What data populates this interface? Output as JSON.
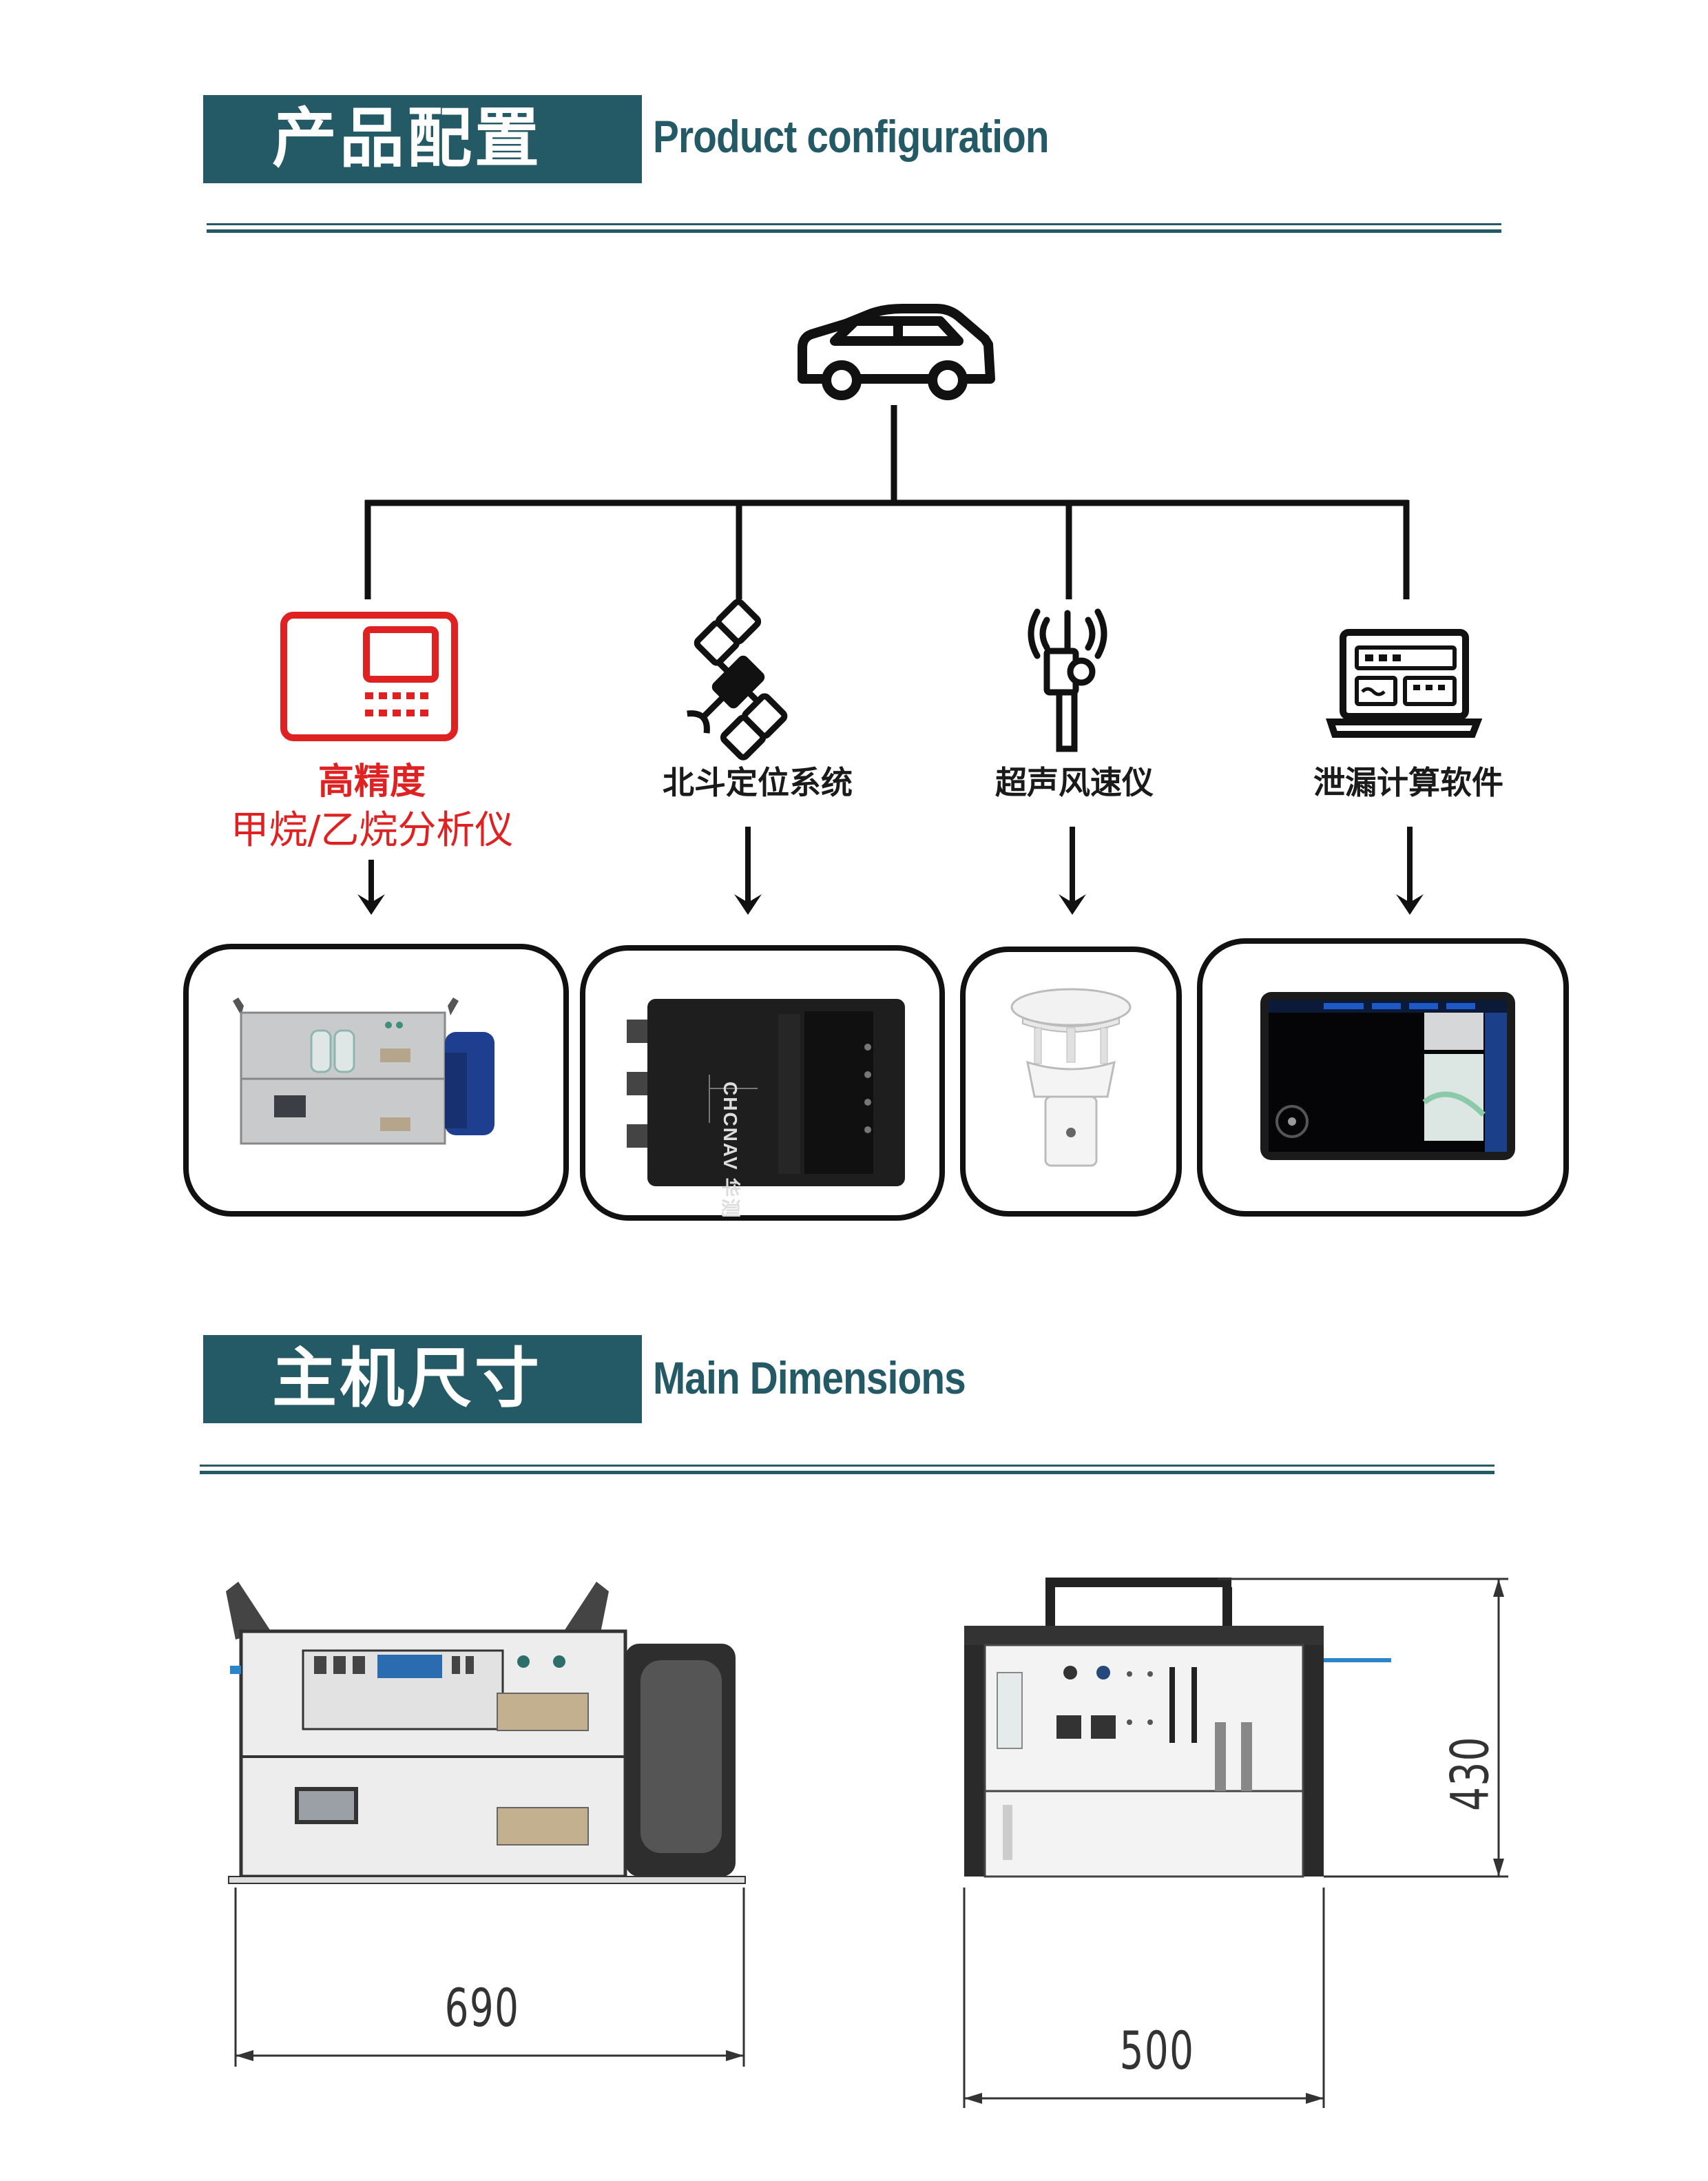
{
  "section1": {
    "title_zh": "产品配置",
    "title_en": "Product configuration"
  },
  "section2": {
    "title_zh": "主机尺寸",
    "title_en": "Main Dimensions"
  },
  "categories": [
    {
      "label_line1": "高精度",
      "label_line2": "甲烷/乙烷分析仪"
    },
    {
      "label": "北斗定位系统"
    },
    {
      "label": "超声风速仪"
    },
    {
      "label": "泄漏计算软件"
    }
  ],
  "gnss_brand": "CHCNAV 华测",
  "dimensions": {
    "width": "690",
    "depth": "500",
    "height": "430"
  },
  "colors": {
    "accent": "#245a66",
    "highlight": "#e02121",
    "ink": "#111111"
  }
}
